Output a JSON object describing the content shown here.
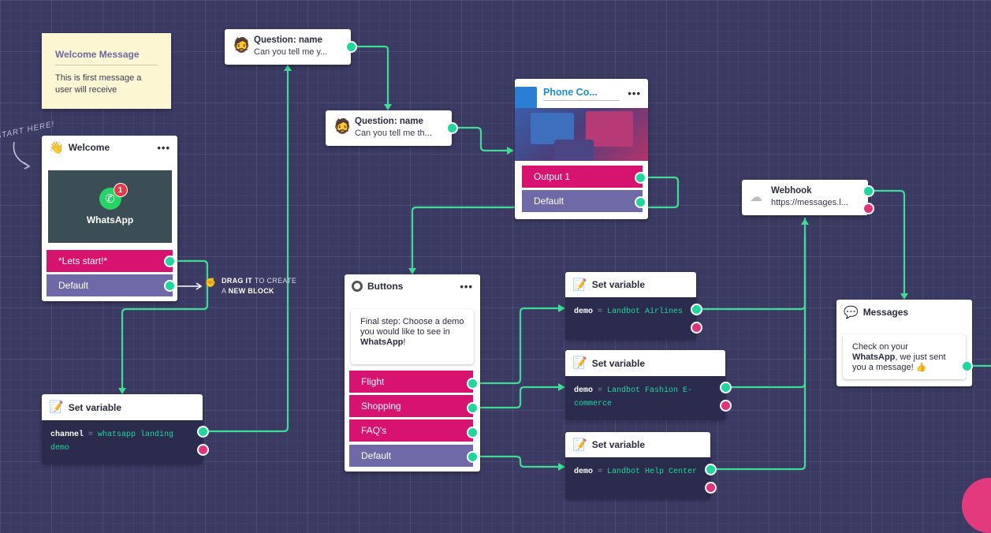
{
  "canvas": {
    "start_here": "START HERE!",
    "hint": {
      "strong1": "DRAG IT",
      "text1": " TO CREATE",
      "text2": "A ",
      "strong2": "NEW BLOCK"
    }
  },
  "sticky": {
    "title": "Welcome Message",
    "body": "This is first message a user will receive"
  },
  "welcome": {
    "title": "Welcome",
    "icon": "waving-hand-icon",
    "whatsapp_label": "WhatsApp",
    "badge": "1",
    "buttons": [
      "*Lets start!*",
      "Default"
    ]
  },
  "question1": {
    "title": "Question: name",
    "text": "Can you tell me y..."
  },
  "question2": {
    "title": "Question: name",
    "text": "Can you tell me th..."
  },
  "phone": {
    "title": "Phone Co...",
    "outputs": [
      "Output 1",
      "Default"
    ]
  },
  "webhook": {
    "title": "Webhook",
    "url": "https://messages.l..."
  },
  "buttons_node": {
    "title": "Buttons",
    "message_prefix": "Final step: Choose a demo you would like to see in ",
    "message_bold": "WhatsApp",
    "message_suffix": "!",
    "options": [
      "Flight",
      "Shopping",
      "FAQ's",
      "Default"
    ]
  },
  "setvar_channel": {
    "title": "Set variable",
    "key": "channel",
    "eq": " = ",
    "value": "whatsapp landing demo"
  },
  "setvar1": {
    "title": "Set variable",
    "key": "demo",
    "eq": " = ",
    "value": "Landbot Airlines"
  },
  "setvar2": {
    "title": "Set variable",
    "key": "demo",
    "eq": " = ",
    "value": "Landbot Fashion E-commerce"
  },
  "setvar3": {
    "title": "Set variable",
    "key": "demo",
    "eq": " = ",
    "value": "Landbot Help Center"
  },
  "messages": {
    "title": "Messages",
    "line1": "Check on your",
    "bold": "WhatsApp",
    "line2": ", we just sent you a message! ",
    "emoji": "👍"
  },
  "colors": {
    "wire": "#3ddc97",
    "pink": "#d8136f",
    "purple": "#6f69a7",
    "dark": "#2b2c4d",
    "canvas": "#3b3a63"
  }
}
